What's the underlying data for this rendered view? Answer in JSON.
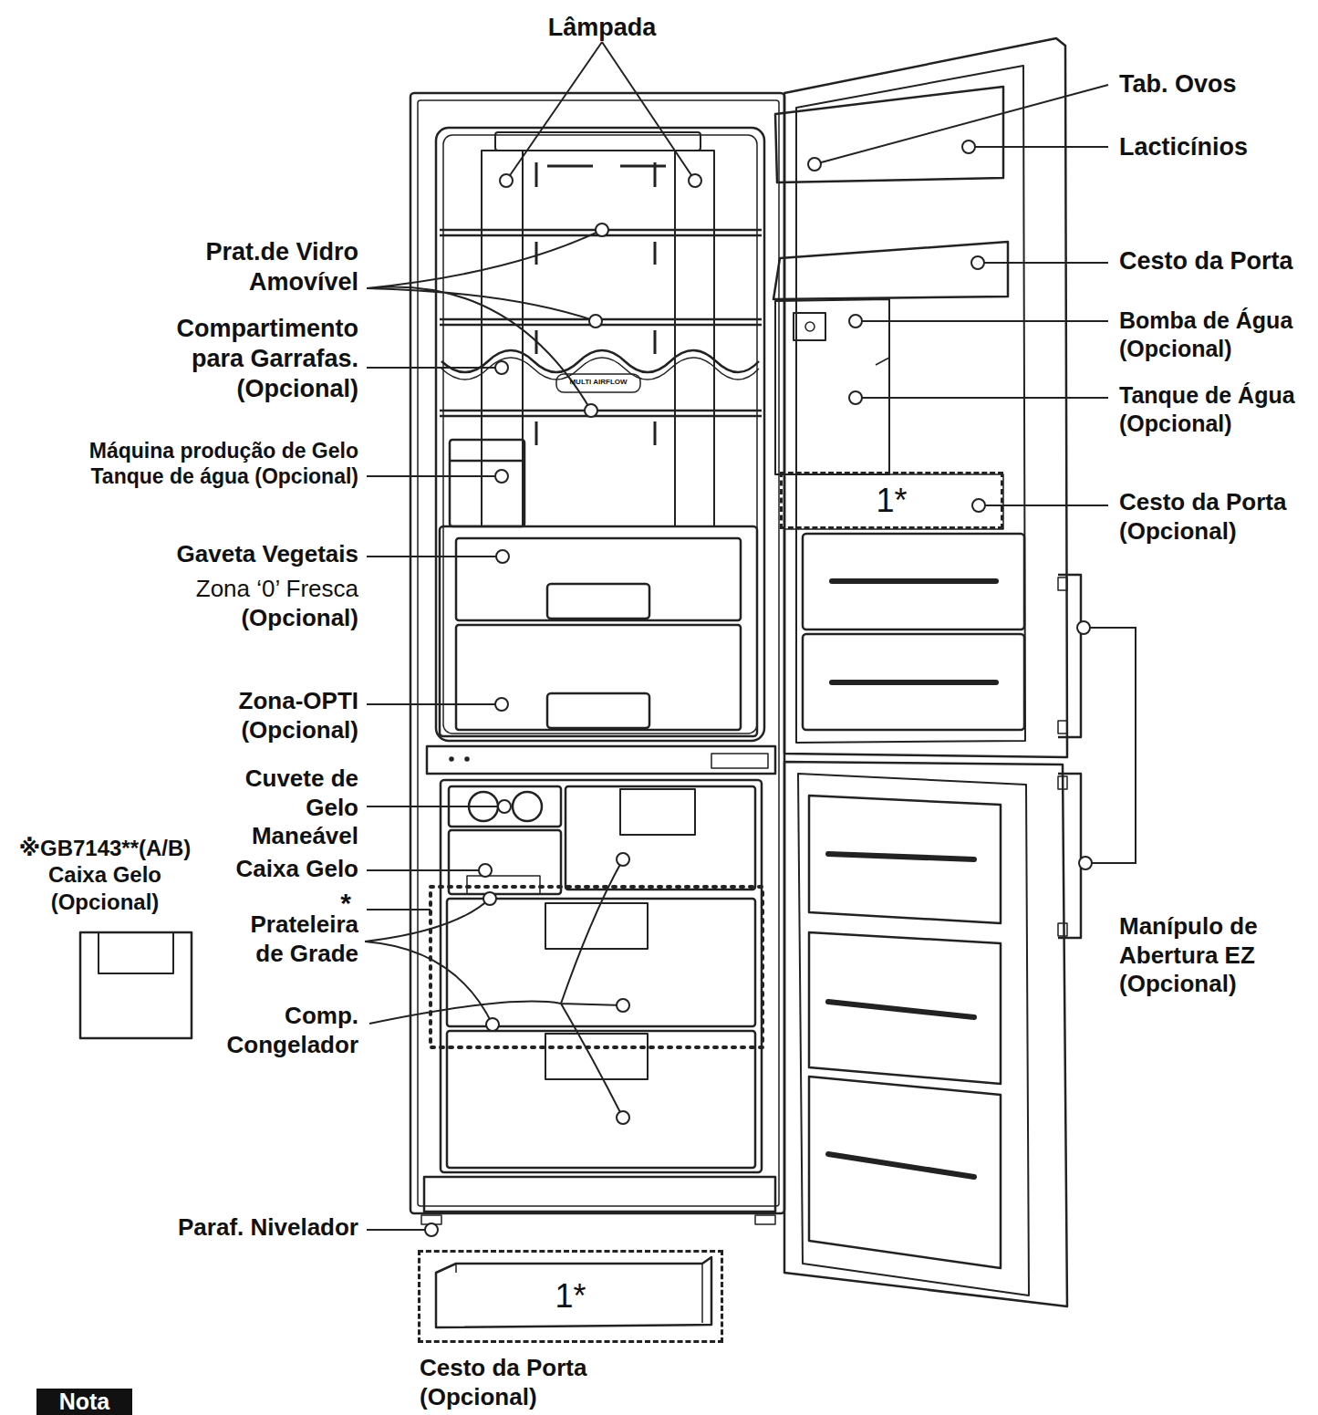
{
  "diagram": {
    "nodes": [
      {
        "text": [
          "1*"
        ]
      },
      {
        "text": [
          "1*"
        ]
      },
      {
        "text": [
          "Nota"
        ]
      }
    ],
    "labels": [
      "Lâmpada",
      "Tab. Ovos",
      "Lacticínios",
      "Prat.de Vidro Amovível",
      "Cesto da Porta",
      "Bomba de Água (Opcional)",
      "Compartimento para Garrafas. (Opcional)",
      "MULTI AIRFLOW",
      "Tanque de Água (Opcional)",
      "Máquina produção de Gelo Tanque de água (Opcional)",
      "Cesto da Porta (Opcional)",
      "Gaveta Vegetais",
      "Zona ‘0’ Fresca",
      "(Opcional)",
      "Zona-OPTI (Opcional)",
      "Cuvete de Gelo Maneável",
      "※GB7143**(A/B) Caixa Gelo (Opcional)",
      "Caixa Gelo",
      "*",
      "Prateleira de Grade",
      "Comp. Congelador",
      "Manípulo de Abertura EZ (Opcional)",
      "Paraf. Nivelador",
      "Cesto da Porta (Opcional)"
    ]
  }
}
